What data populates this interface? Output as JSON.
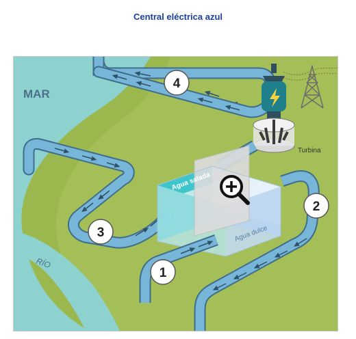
{
  "header": {
    "title": "Central eléctrica azul"
  },
  "diagram": {
    "labels": {
      "sea": "MAR",
      "river": "RÍO",
      "turbine": "Turbina",
      "salt_water": "Agua salada",
      "fresh_water": "Agua dulce"
    },
    "steps": [
      "1",
      "2",
      "3",
      "4"
    ],
    "icons": {
      "zoom": "magnifier-plus-icon",
      "power": "lightning-bolt-icon",
      "tower": "power-pylon-icon"
    },
    "colors": {
      "sea": "#8ed2cf",
      "land": "#9bb84f",
      "pipe": "#77b6d8",
      "pipe_outline": "#3f6d8c",
      "tank_salt": "#3fc5cc",
      "tank_fresh": "#b9d4ef",
      "title": "#1a3f9a"
    }
  }
}
